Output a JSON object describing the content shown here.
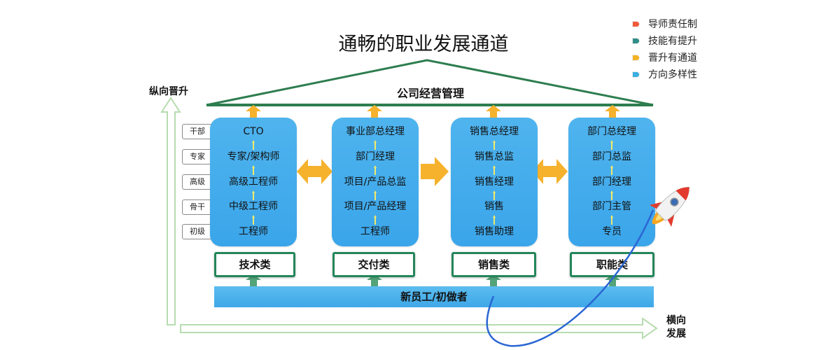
{
  "title": "通畅的职业发展通道",
  "roof_label": "公司经营管理",
  "legend": [
    {
      "label": "导师责任制",
      "color": "#f05a3a"
    },
    {
      "label": "技能有提升",
      "color": "#2e8e88"
    },
    {
      "label": "晋升有通道",
      "color": "#f5b324"
    },
    {
      "label": "方向多样性",
      "color": "#3aaee0"
    }
  ],
  "axes": {
    "vertical": "纵向晋升",
    "horizontal_line1": "横向",
    "horizontal_line2": "发展"
  },
  "levels": [
    "干部",
    "专家",
    "高级",
    "骨干",
    "初级"
  ],
  "columns": [
    {
      "category": "技术类",
      "items": [
        "CTO",
        "专家/架构师",
        "高级工程师",
        "中级工程师",
        "工程师"
      ]
    },
    {
      "category": "交付类",
      "items": [
        "事业部总经理",
        "部门经理",
        "项目/产品总监",
        "项目/产品经理",
        "工程师"
      ]
    },
    {
      "category": "销售类",
      "items": [
        "销售总经理",
        "销售总监",
        "销售经理",
        "销售",
        "销售助理"
      ]
    },
    {
      "category": "职能类",
      "items": [
        "部门总经理",
        "部门总监",
        "部门经理",
        "部门主管",
        "专员"
      ]
    }
  ],
  "base_label": "新员工/初做者",
  "colors": {
    "column_blue": "#3aa5ea",
    "roof_green": "#2d7d4f",
    "category_border": "#23865a",
    "arrow_orange": "#f6b22d",
    "arrow_green": "#54a47a",
    "axis_green": "#b7dcb0",
    "tick_yellow": "#f2e96a",
    "curve_blue": "#2a66d3"
  }
}
